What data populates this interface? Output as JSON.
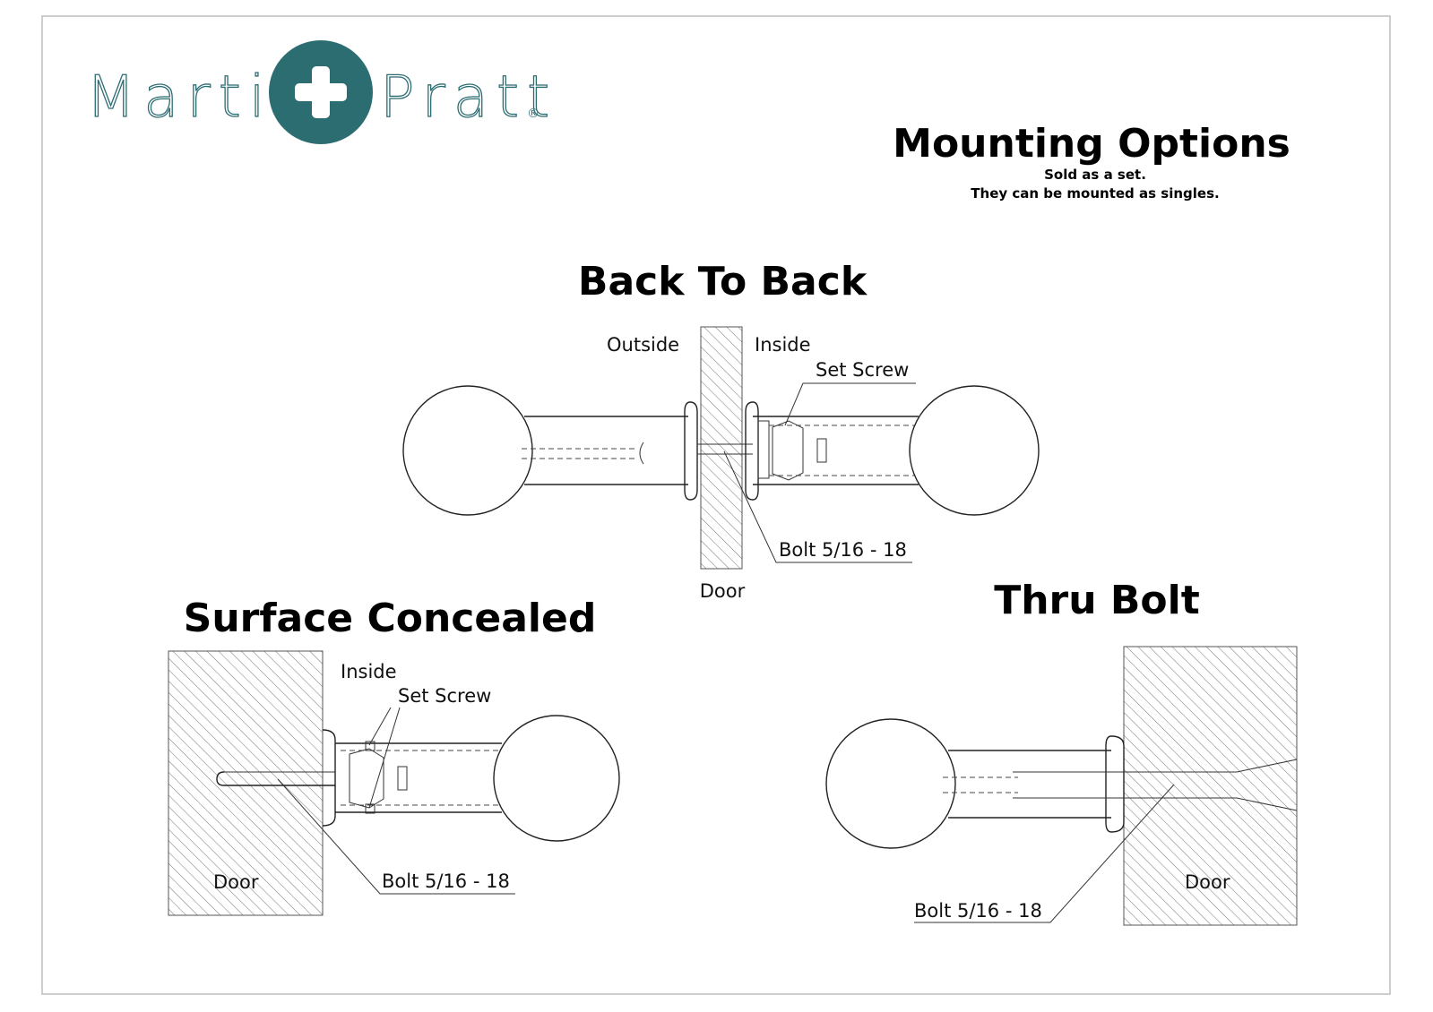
{
  "brand": {
    "name_left": "Martin",
    "name_right": "Pratt",
    "registered": "®",
    "color": "#2c6d72"
  },
  "header": {
    "title": "Mounting Options",
    "subtitle_line1": "Sold as a set.",
    "subtitle_line2": "They can be mounted as singles."
  },
  "back_to_back": {
    "title": "Back To Back",
    "outside": "Outside",
    "inside": "Inside",
    "set_screw": "Set Screw",
    "bolt": "Bolt 5/16 - 18",
    "door": "Door"
  },
  "surface_concealed": {
    "title": "Surface Concealed",
    "inside": "Inside",
    "set_screw": "Set Screw",
    "bolt": "Bolt 5/16 - 18",
    "door": "Door"
  },
  "thru_bolt": {
    "title": "Thru Bolt",
    "bolt": "Bolt 5/16 - 18",
    "door": "Door"
  }
}
